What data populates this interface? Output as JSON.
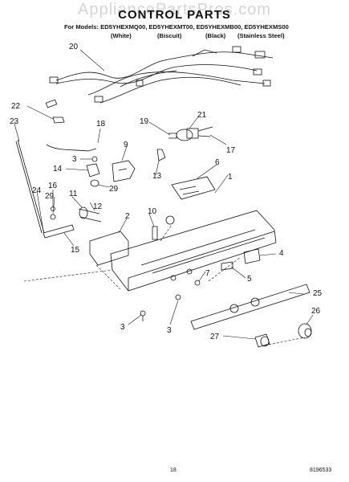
{
  "watermark": "AppliancePartsPros.com",
  "title": "CONTROL PARTS",
  "models_line": "For Models: ED5YHEXMQ00, ED5YHEXMT00, ED5YHEXMB00, ED5YHEXMS00",
  "colors": [
    "(White)",
    "(Biscuit)",
    "(Black)",
    "(Stainless Steel)"
  ],
  "callouts": [
    "20",
    "22",
    "23",
    "18",
    "19",
    "21",
    "17",
    "9",
    "3",
    "14",
    "13",
    "6",
    "1",
    "16",
    "29",
    "11",
    "12",
    "29",
    "24",
    "10",
    "2",
    "15",
    "4",
    "5",
    "7",
    "3",
    "3",
    "25",
    "26",
    "27"
  ],
  "footer": {
    "page_number": "18",
    "doc_number": "8196533"
  }
}
